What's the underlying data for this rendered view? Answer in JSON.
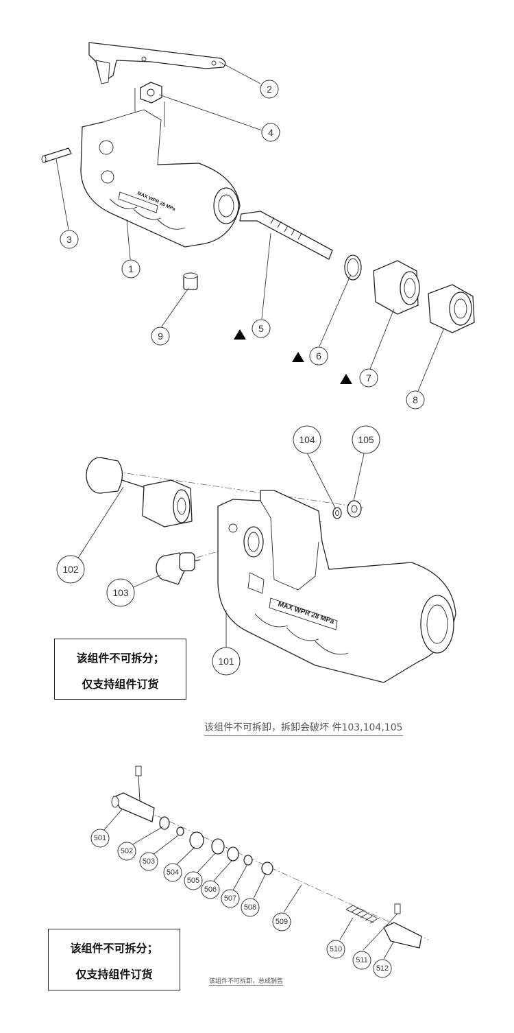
{
  "section1": {
    "callouts": [
      "1",
      "2",
      "3",
      "4",
      "5",
      "6",
      "7",
      "8",
      "9"
    ],
    "body_marking": "MAX WPR 28 MPa"
  },
  "section2": {
    "callouts": [
      "101",
      "102",
      "103",
      "104",
      "105"
    ],
    "body_marking": "MAX WPR 28 MPa",
    "note": {
      "line1": "该组件不可拆分；",
      "line2": "仅支持组件订货"
    },
    "caption": "该组件不可拆卸，拆卸会破坏 件103,104,105"
  },
  "section3": {
    "callouts": [
      "501",
      "502",
      "503",
      "504",
      "505",
      "506",
      "507",
      "508",
      "509",
      "510",
      "511",
      "512"
    ],
    "note": {
      "line1": "该组件不可拆分；",
      "line2": "仅支持组件订货"
    },
    "caption": "该组件不可拆卸，总成销售"
  }
}
